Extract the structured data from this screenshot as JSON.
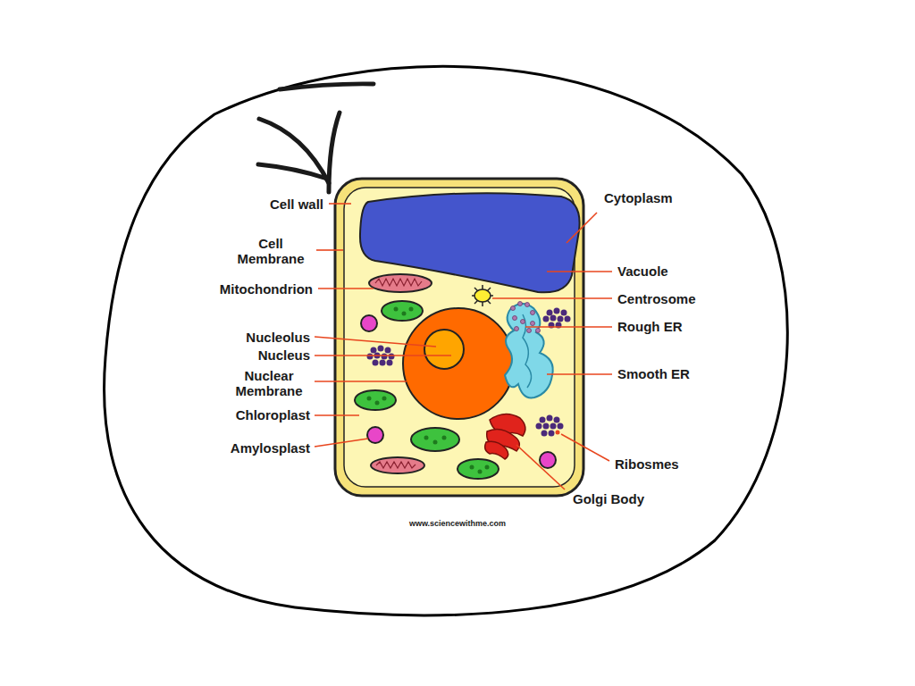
{
  "diagram": {
    "labels": [
      "Cell wall",
      "Cytoplasm",
      "Cell Membrane",
      "Vacuole",
      "Mitochondrion",
      "Centrosome",
      "Rough ER",
      "Nucleolus",
      "Nucleus",
      "Smooth ER",
      "Nuclear Membrane",
      "Chloroplast",
      "Amylosplast",
      "Ribosmes",
      "Golgi Body",
      "www.sciencewithme.com"
    ]
  }
}
